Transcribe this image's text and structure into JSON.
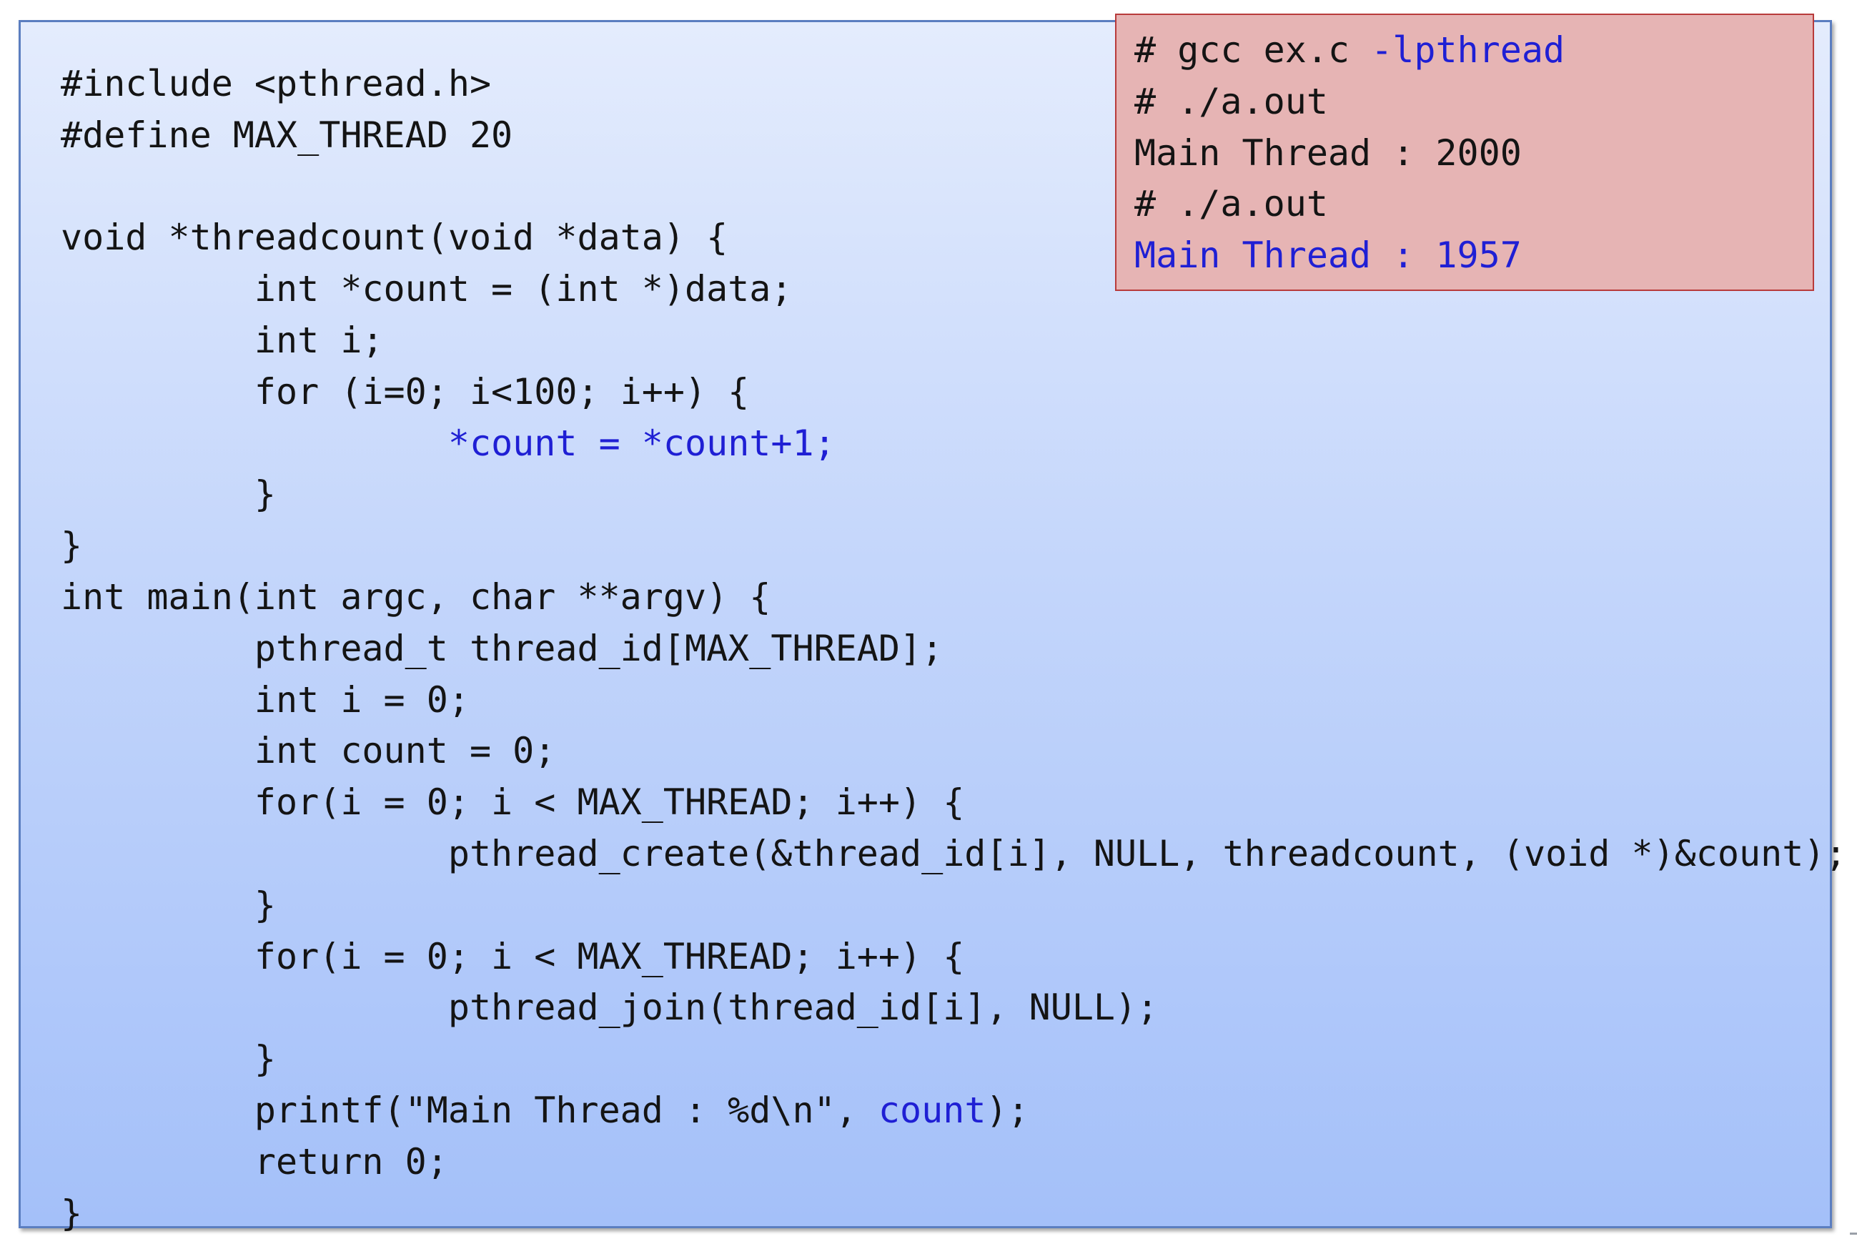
{
  "code_panel": {
    "lines": [
      [
        {
          "text": "#include <pthread.h>"
        }
      ],
      [
        {
          "text": "#define MAX_THREAD 20"
        }
      ],
      [
        {
          "text": ""
        }
      ],
      [
        {
          "text": "void *threadcount(void *data) {"
        }
      ],
      [
        {
          "text": "         int *count = (int *)data;"
        }
      ],
      [
        {
          "text": "         int i;"
        }
      ],
      [
        {
          "text": "         for (i=0; i<100; i++) {"
        }
      ],
      [
        {
          "text": "                  "
        },
        {
          "text": "*count = *count+1;",
          "highlight": true
        }
      ],
      [
        {
          "text": "         }"
        }
      ],
      [
        {
          "text": "}"
        }
      ],
      [
        {
          "text": "int main(int argc, char **argv) {"
        }
      ],
      [
        {
          "text": "         pthread_t thread_id[MAX_THREAD];"
        }
      ],
      [
        {
          "text": "         int i = 0;"
        }
      ],
      [
        {
          "text": "         int count = 0;"
        }
      ],
      [
        {
          "text": "         for(i = 0; i < MAX_THREAD; i++) {"
        }
      ],
      [
        {
          "text": "                  pthread_create(&thread_id[i], NULL, threadcount, (void *)&count);"
        }
      ],
      [
        {
          "text": "         }"
        }
      ],
      [
        {
          "text": "         for(i = 0; i < MAX_THREAD; i++) {"
        }
      ],
      [
        {
          "text": "                  pthread_join(thread_id[i], NULL);"
        }
      ],
      [
        {
          "text": "         }"
        }
      ],
      [
        {
          "text": "         printf(\"Main Thread : %d\\n\", "
        },
        {
          "text": "count",
          "highlight": true
        },
        {
          "text": ");"
        }
      ],
      [
        {
          "text": "         return 0;"
        }
      ],
      [
        {
          "text": "}"
        }
      ]
    ]
  },
  "terminal": {
    "lines": [
      [
        {
          "text": "# gcc ex.c "
        },
        {
          "text": "-lpthread",
          "highlight": true
        }
      ],
      [
        {
          "text": "# ./a.out"
        }
      ],
      [
        {
          "text": "Main Thread : 2000"
        }
      ],
      [
        {
          "text": "# ./a.out"
        }
      ],
      [
        {
          "text": "Main Thread : 1957",
          "highlight": true
        }
      ]
    ]
  },
  "colors": {
    "highlight": "#1f1fd4",
    "code_text": "#141414",
    "panel_border": "#5b7ec0",
    "terminal_background": "#e6b4b4",
    "terminal_border": "#b83b3b"
  }
}
